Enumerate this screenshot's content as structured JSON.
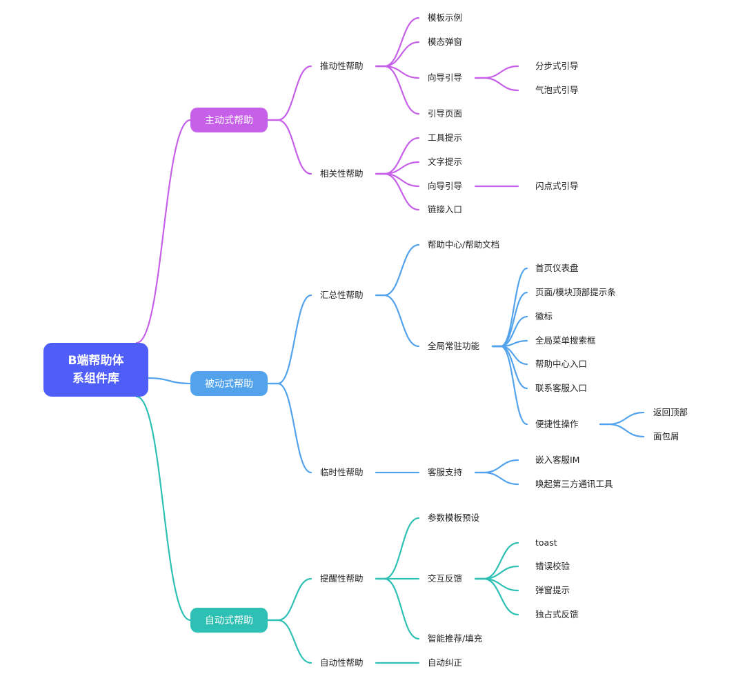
{
  "root": {
    "line1": "B端帮助体",
    "line2": "系组件库"
  },
  "branches": [
    {
      "label": "主动式帮助",
      "color": "#c660e8",
      "children": [
        {
          "label": "推动性帮助",
          "children": [
            {
              "label": "模板示例"
            },
            {
              "label": "模态弹窗"
            },
            {
              "label": "向导引导",
              "children": [
                {
                  "label": "分步式引导"
                },
                {
                  "label": "气泡式引导"
                }
              ]
            },
            {
              "label": "引导页面"
            }
          ]
        },
        {
          "label": "相关性帮助",
          "children": [
            {
              "label": "工具提示"
            },
            {
              "label": "文字提示"
            },
            {
              "label": "向导引导",
              "children": [
                {
                  "label": "闪点式引导"
                }
              ]
            },
            {
              "label": "链接入口"
            }
          ]
        }
      ]
    },
    {
      "label": "被动式帮助",
      "color": "#52a3ec",
      "children": [
        {
          "label": "汇总性帮助",
          "children": [
            {
              "label": "帮助中心/帮助文档"
            },
            {
              "label": "全局常驻功能",
              "children": [
                {
                  "label": "首页仪表盘"
                },
                {
                  "label": "页面/模块顶部提示条"
                },
                {
                  "label": "徽标"
                },
                {
                  "label": "全局菜单搜索框"
                },
                {
                  "label": "帮助中心入口"
                },
                {
                  "label": "联系客服入口"
                },
                {
                  "label": "便捷性操作",
                  "children": [
                    {
                      "label": "返回顶部"
                    },
                    {
                      "label": "面包屑"
                    }
                  ]
                }
              ]
            }
          ]
        },
        {
          "label": "临时性帮助",
          "children": [
            {
              "label": "客服支持",
              "children": [
                {
                  "label": "嵌入客服IM"
                },
                {
                  "label": "唤起第三方通讯工具"
                }
              ]
            }
          ]
        }
      ]
    },
    {
      "label": "自动式帮助",
      "color": "#2ec0b4",
      "children": [
        {
          "label": "提醒性帮助",
          "children": [
            {
              "label": "参数模板预设"
            },
            {
              "label": "交互反馈",
              "children": [
                {
                  "label": "toast"
                },
                {
                  "label": "错误校验"
                },
                {
                  "label": "弹窗提示"
                },
                {
                  "label": "独占式反馈"
                }
              ]
            },
            {
              "label": "智能推荐/填充"
            }
          ]
        },
        {
          "label": "自动性帮助",
          "children": [
            {
              "label": "自动纠正"
            }
          ]
        }
      ]
    }
  ]
}
